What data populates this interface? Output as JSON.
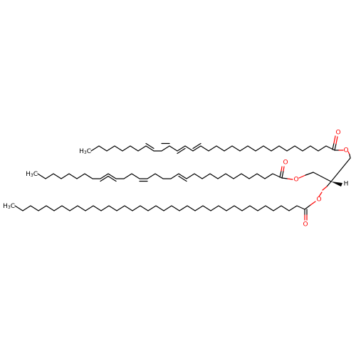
{
  "colors": {
    "carbon": "#000000",
    "oxygen": "#ff0000",
    "background": "#ffffff"
  },
  "atoms": {
    "o_carbonyl_top": "O",
    "o_ester_top": "O",
    "o_carbonyl_mid": "O",
    "o_ester_mid": "O",
    "o_carbonyl_bot": "O",
    "o_ester_bot": "O",
    "stereo_h": "H"
  },
  "terminal_groups": {
    "top": {
      "main": "H",
      "num": "3",
      "tail": "C"
    },
    "mid": {
      "main": "H",
      "num": "3",
      "tail": "C"
    },
    "bot": {
      "main": "H",
      "num": "3",
      "tail": "C"
    }
  }
}
